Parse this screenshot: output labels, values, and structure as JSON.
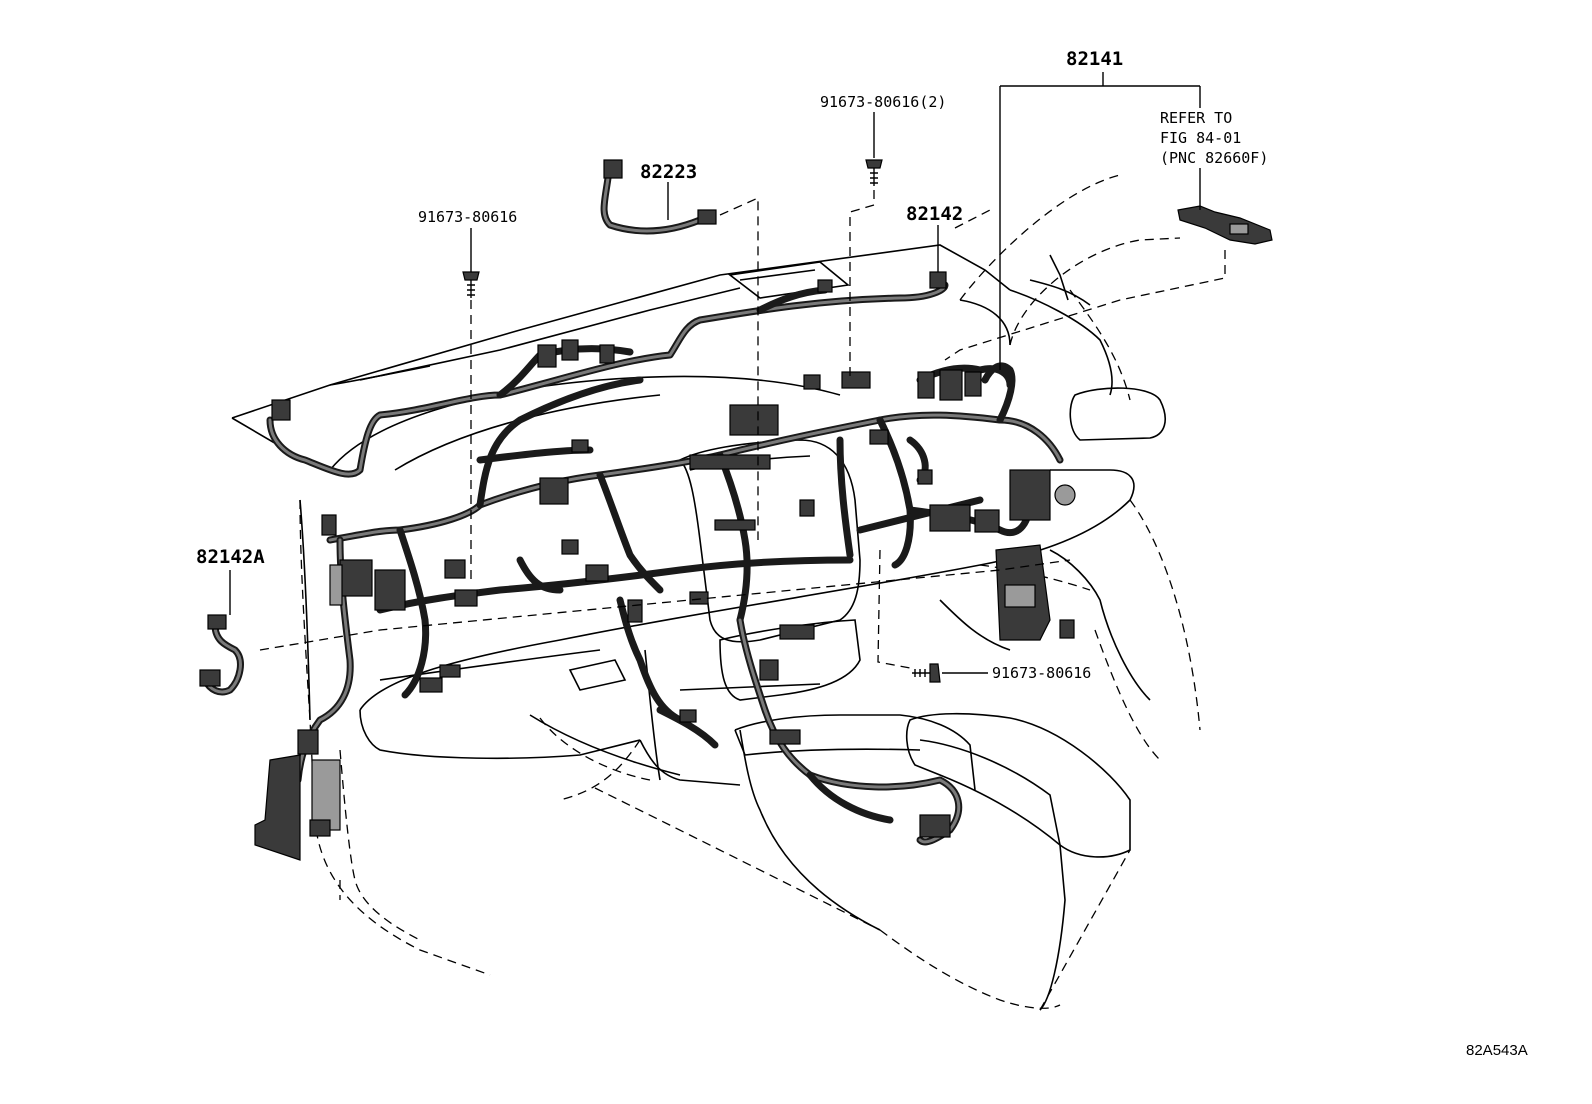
{
  "labels": {
    "harness_main": "82141",
    "refer_line1": "REFER TO",
    "refer_line2": "FIG 84-01",
    "refer_line3": "(PNC 82660F)",
    "bolt_top": "91673-80616(2)",
    "wire_82223": "82223",
    "bolt_left": "91673-80616",
    "wire_82142": "82142",
    "wire_82142A": "82142A",
    "bolt_right": "91673-80616",
    "figure_code": "82A543A"
  },
  "icons": {
    "bolt": "bolt-icon",
    "connector": "connector-icon"
  },
  "colors": {
    "line": "#000000",
    "harness": "#1a1a1a",
    "background": "#ffffff"
  }
}
